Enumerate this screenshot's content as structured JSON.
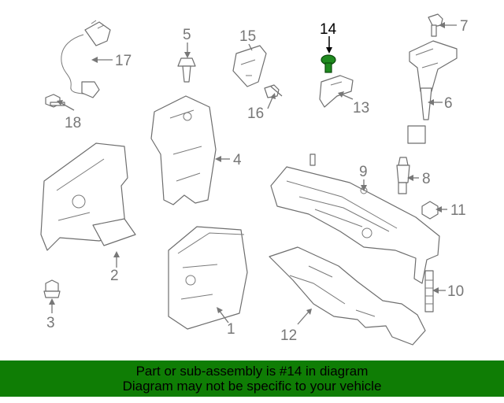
{
  "diagram": {
    "callouts": [
      "1",
      "2",
      "3",
      "4",
      "5",
      "6",
      "7",
      "8",
      "9",
      "10",
      "11",
      "12",
      "13",
      "14",
      "15",
      "16",
      "17",
      "18"
    ],
    "highlighted_callout": "14",
    "highlight_color": "#1f8a1f"
  },
  "banner": {
    "background_color": "#0f7d05",
    "line1": "Part or sub-assembly is #14 in diagram",
    "line2": "Diagram may not be specific to your vehicle"
  }
}
